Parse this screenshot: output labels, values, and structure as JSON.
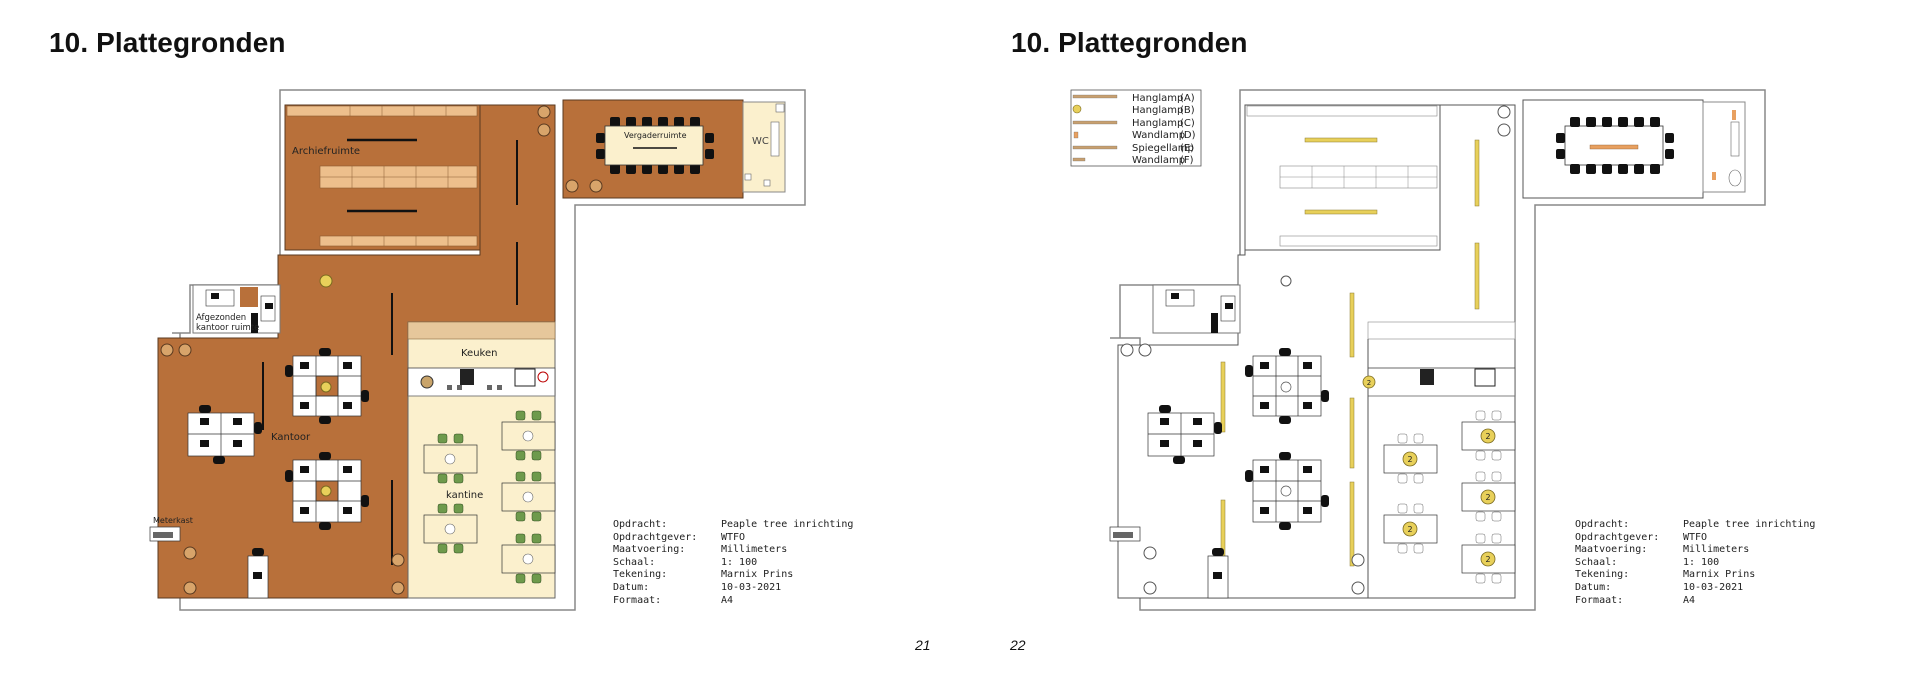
{
  "left_page": {
    "title": "10. Plattegronden",
    "page_number": "21",
    "rooms": {
      "archief": "Archiefruimte",
      "vergader": "Vergaderruimte",
      "wc": "WC",
      "afgezonderd_1": "Afgezonden",
      "afgezonderd_2": "kantoor ruimte",
      "keuken": "Keuken",
      "kantoor": "Kantoor",
      "kantine": "kantine",
      "meterkast": "Meterkast"
    },
    "info": [
      {
        "label": "Opdracht:",
        "value": "Peaple tree inrichting"
      },
      {
        "label": "Opdrachtgever:",
        "value": "WTFO"
      },
      {
        "label": "Maatvoering:",
        "value": "Millimeters"
      },
      {
        "label": "Schaal:",
        "value": "1: 100"
      },
      {
        "label": "Tekening:",
        "value": "Marnix Prins"
      },
      {
        "label": "Datum:",
        "value": "10-03-2021"
      },
      {
        "label": "Formaat:",
        "value": "A4"
      }
    ]
  },
  "right_page": {
    "title": "10. Plattegronden",
    "page_number": "22",
    "legend": [
      {
        "label": "Hanglamp",
        "code": "(A)"
      },
      {
        "label": "Hanglamp",
        "code": "(B)"
      },
      {
        "label": "Hanglamp",
        "code": "(C)"
      },
      {
        "label": "Wandlamp",
        "code": "(D)"
      },
      {
        "label": "Spiegellamp",
        "code": "(E)"
      },
      {
        "label": "Wandlamp",
        "code": "(F)"
      }
    ],
    "lamp_marker": "2",
    "info": [
      {
        "label": "Opdracht:",
        "value": "Peaple tree inrichting"
      },
      {
        "label": "Opdrachtgever:",
        "value": "WTFO"
      },
      {
        "label": "Maatvoering:",
        "value": "Millimeters"
      },
      {
        "label": "Schaal:",
        "value": "1: 100"
      },
      {
        "label": "Tekening:",
        "value": "Marnix Prins"
      },
      {
        "label": "Datum:",
        "value": "10-03-2021"
      },
      {
        "label": "Formaat:",
        "value": "A4"
      }
    ]
  },
  "colors": {
    "floor_brown": "#b8703a",
    "cream": "#fbf0cd",
    "light_wood": "#edbf8c",
    "wall_line": "#777777",
    "lamp_yellow": "#e8d05a",
    "chair_green": "#6e9a4c",
    "chair_black": "#111111"
  }
}
